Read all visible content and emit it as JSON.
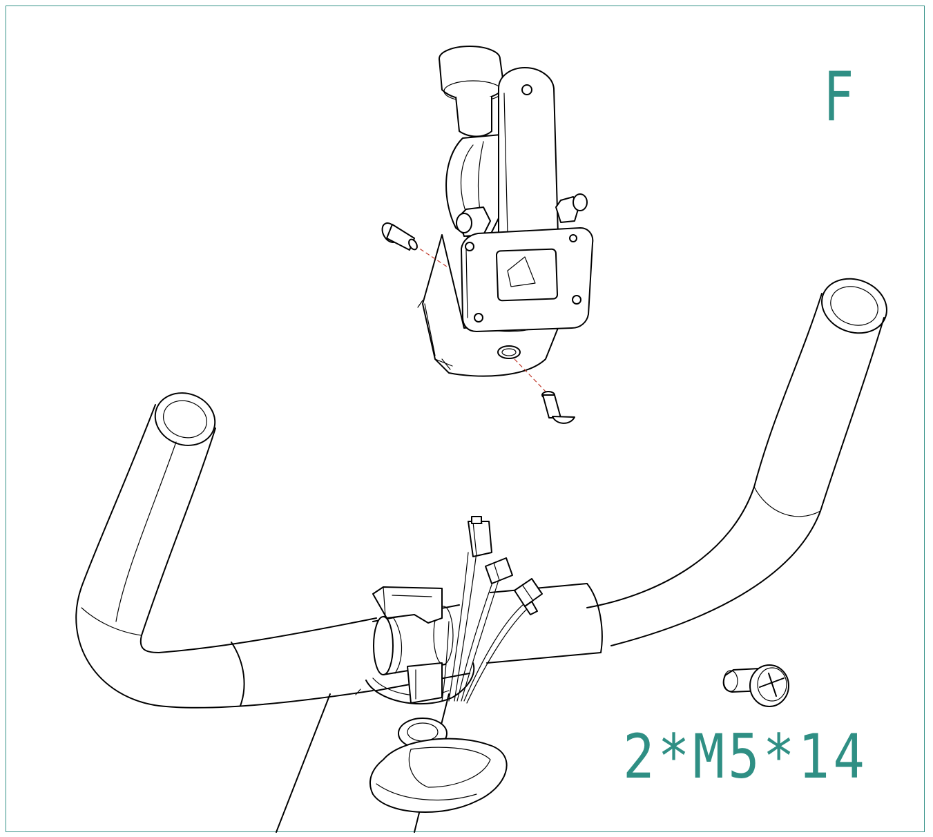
{
  "figure": {
    "step_label": "F",
    "fastener_spec": "2*M5*14",
    "accent_color": "#2f8f84",
    "leader_color": "#c0392b",
    "parts": [
      "u-handlebar",
      "computer-bracket-assembly",
      "short-bolt-left",
      "short-bolt-lower",
      "wire-connectors",
      "phillips-screw",
      "seat-post-knob"
    ]
  }
}
